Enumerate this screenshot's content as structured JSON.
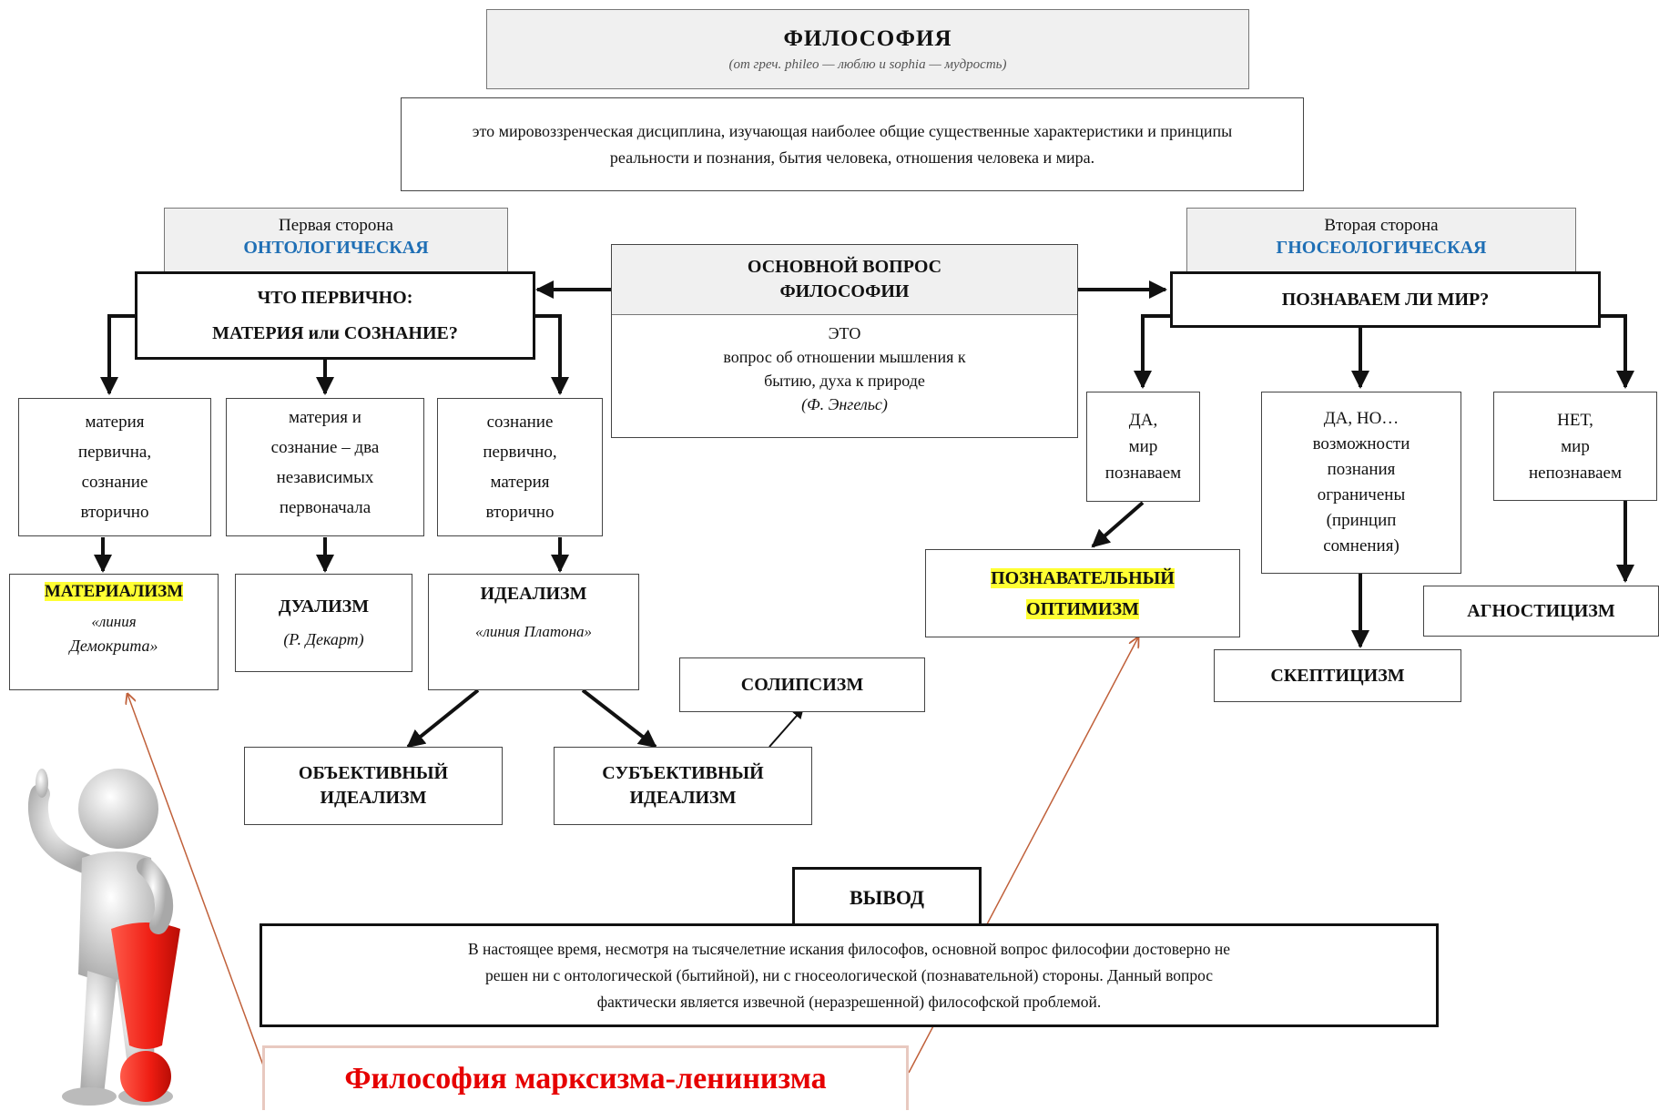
{
  "title": {
    "name": "ФИЛОСОФИЯ",
    "etymology": "(от греч. phileo — люблю и sophia — мудрость)"
  },
  "definition": "это мировоззренческая дисциплина, изучающая наиболее общие существенные характеристики и принципы реальности и познания, бытия человека, отношения человека и мира.",
  "central": {
    "heading_1": "ОСНОВНОЙ ВОПРОС",
    "heading_2": "ФИЛОСОФИИ",
    "line_1": "ЭТО",
    "line_2": "вопрос об отношении мышления к",
    "line_3": "бытию, духа к природе",
    "author": "(Ф. Энгельс)"
  },
  "ontology": {
    "side_label": "Первая сторона",
    "side_name": "ОНТОЛОГИЧЕСКАЯ",
    "question_1": "ЧТО ПЕРВИЧНО:",
    "question_2": "МАТЕРИЯ или СОЗНАНИЕ?",
    "options": [
      {
        "lines": [
          "материя",
          "первична,",
          "сознание",
          "вторично"
        ]
      },
      {
        "lines": [
          "материя и",
          "сознание – два",
          "независимых",
          "первоначала"
        ]
      },
      {
        "lines": [
          "сознание",
          "первично,",
          "материя",
          "вторично"
        ]
      }
    ],
    "schools": [
      {
        "name": "МАТЕРИАЛИЗМ",
        "note_1": "«линия",
        "note_2": "Демокрита»"
      },
      {
        "name": "ДУАЛИЗМ",
        "note_1": "(Р. Декарт)"
      },
      {
        "name": "ИДЕАЛИЗМ",
        "note_1": "«линия Платона»"
      }
    ],
    "objective_1": "ОБЪЕКТИВНЫЙ",
    "objective_2": "ИДЕАЛИЗМ",
    "subjective_1": "СУБЪЕКТИВНЫЙ",
    "subjective_2": "ИДЕАЛИЗМ",
    "solipsism": "СОЛИПСИЗМ"
  },
  "gnoseology": {
    "side_label": "Вторая сторона",
    "side_name": "ГНОСЕОЛОГИЧЕСКАЯ",
    "question": "ПОЗНАВАЕМ ЛИ МИР?",
    "options": [
      {
        "lines": [
          "ДА,",
          "мир",
          "познаваем"
        ]
      },
      {
        "lines": [
          "ДА, НО…",
          "возможности",
          "познания",
          "ограничены",
          "(принцип",
          "сомнения)"
        ]
      },
      {
        "lines": [
          "НЕТ,",
          "мир",
          "непознаваем"
        ]
      }
    ],
    "optimism_1": "ПОЗНАВАТЕЛЬНЫЙ",
    "optimism_2": "ОПТИМИЗМ",
    "skepticism": "СКЕПТИЦИЗМ",
    "agnosticism": "АГНОСТИЦИЗМ"
  },
  "conclusion": {
    "title": "ВЫВОД",
    "line_1": "В настоящее время, несмотря на тысячелетние искания философов, основной вопрос философии достоверно не",
    "line_2": "решен ни с онтологической (бытийной), ни с гносеологической (познавательной) стороны. Данный вопрос",
    "line_3": "фактически является извечной (неразрешенной) философской проблемой."
  },
  "callout": "Философия марксизма-ленинизма",
  "colors": {
    "accent_blue": "#1f6fb5",
    "highlight": "#ffff33",
    "callout_red": "#e60000",
    "callout_line": "#c0603a"
  },
  "figure_icon": "person-with-exclamation-icon"
}
